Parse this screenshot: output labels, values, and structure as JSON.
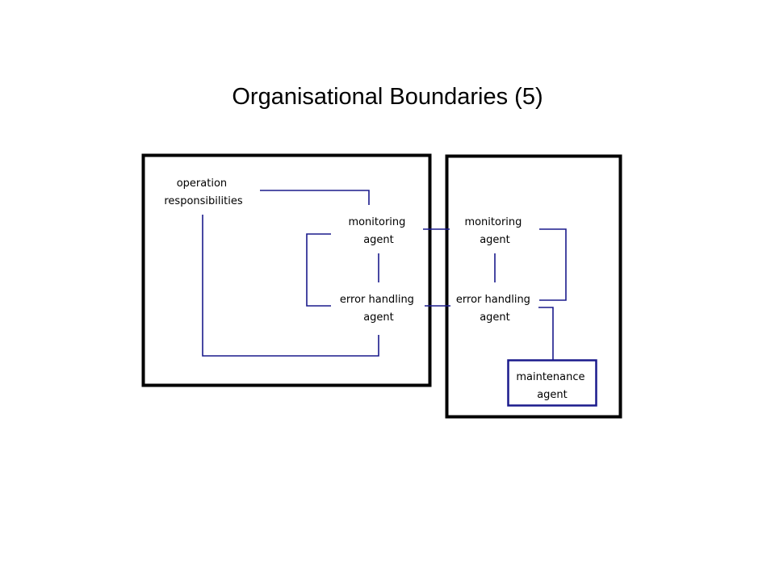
{
  "title": "Organisational Boundaries (5)",
  "colors": {
    "boundary": "#000000",
    "connector": "#1a1a8c",
    "text": "#000000"
  },
  "nodes": {
    "operation_responsibilities": [
      "operation",
      "responsibilities"
    ],
    "monitoring_agent_left": [
      "monitoring",
      "agent"
    ],
    "error_handling_agent_left": [
      "error handling",
      "agent"
    ],
    "monitoring_agent_right": [
      "monitoring",
      "agent"
    ],
    "error_handling_agent_right": [
      "error handling",
      "agent"
    ],
    "maintenance_agent": [
      "maintenance",
      "agent"
    ]
  }
}
